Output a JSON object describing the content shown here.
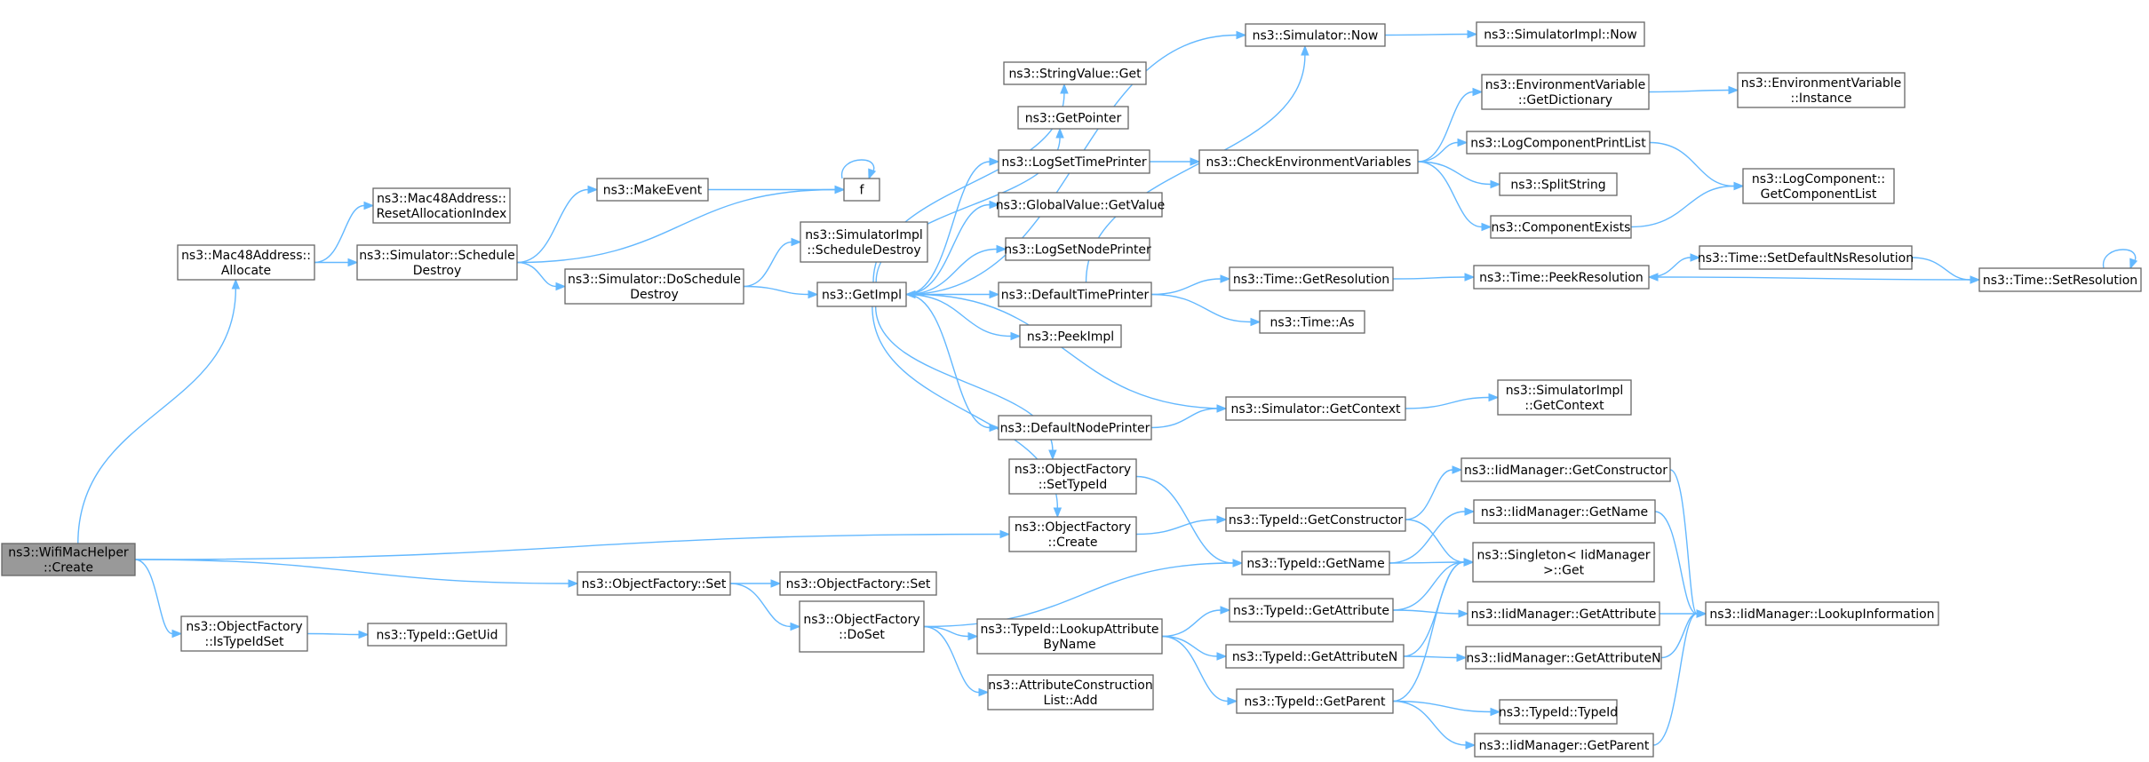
{
  "diagram": {
    "nodes": [
      {
        "id": "wifi",
        "lines": [
          "ns3::WifiMacHelper",
          "::Create"
        ],
        "root": true
      },
      {
        "id": "allocate",
        "lines": [
          "ns3::Mac48Address::",
          "Allocate"
        ]
      },
      {
        "id": "resetAlloc",
        "lines": [
          "ns3::Mac48Address::",
          "ResetAllocationIndex"
        ]
      },
      {
        "id": "schedDestroy",
        "lines": [
          "ns3::Simulator::Schedule",
          "Destroy"
        ]
      },
      {
        "id": "makeEvent",
        "lines": [
          "ns3::MakeEvent"
        ]
      },
      {
        "id": "f",
        "lines": [
          "f"
        ]
      },
      {
        "id": "doSchedDestroy",
        "lines": [
          "ns3::Simulator::DoSchedule",
          "Destroy"
        ]
      },
      {
        "id": "simImplSchedDestroy",
        "lines": [
          "ns3::SimulatorImpl",
          "::ScheduleDestroy"
        ]
      },
      {
        "id": "getImpl",
        "lines": [
          "ns3::GetImpl"
        ]
      },
      {
        "id": "stringValueGet",
        "lines": [
          "ns3::StringValue::Get"
        ]
      },
      {
        "id": "getPointer",
        "lines": [
          "ns3::GetPointer"
        ]
      },
      {
        "id": "logSetTimePrinter",
        "lines": [
          "ns3::LogSetTimePrinter"
        ]
      },
      {
        "id": "globalValueGetValue",
        "lines": [
          "ns3::GlobalValue::GetValue"
        ]
      },
      {
        "id": "logSetNodePrinter",
        "lines": [
          "ns3::LogSetNodePrinter"
        ]
      },
      {
        "id": "defaultTimePrinter",
        "lines": [
          "ns3::DefaultTimePrinter"
        ]
      },
      {
        "id": "peekImpl",
        "lines": [
          "ns3::PeekImpl"
        ]
      },
      {
        "id": "defaultNodePrinter",
        "lines": [
          "ns3::DefaultNodePrinter"
        ]
      },
      {
        "id": "ofSetTypeId",
        "lines": [
          "ns3::ObjectFactory",
          "::SetTypeId"
        ]
      },
      {
        "id": "ofCreate",
        "lines": [
          "ns3::ObjectFactory",
          "::Create"
        ]
      },
      {
        "id": "simNow",
        "lines": [
          "ns3::Simulator::Now"
        ]
      },
      {
        "id": "simImplNow",
        "lines": [
          "ns3::SimulatorImpl::Now"
        ]
      },
      {
        "id": "checkEnv",
        "lines": [
          "ns3::CheckEnvironmentVariables"
        ]
      },
      {
        "id": "envGetDict",
        "lines": [
          "ns3::EnvironmentVariable",
          "::GetDictionary"
        ]
      },
      {
        "id": "envInstance",
        "lines": [
          "ns3::EnvironmentVariable",
          "::Instance"
        ]
      },
      {
        "id": "logCompPrintList",
        "lines": [
          "ns3::LogComponentPrintList"
        ]
      },
      {
        "id": "splitString",
        "lines": [
          "ns3::SplitString"
        ]
      },
      {
        "id": "componentExists",
        "lines": [
          "ns3::ComponentExists"
        ]
      },
      {
        "id": "logCompGetList",
        "lines": [
          "ns3::LogComponent::",
          "GetComponentList"
        ]
      },
      {
        "id": "timeGetRes",
        "lines": [
          "ns3::Time::GetResolution"
        ]
      },
      {
        "id": "timePeekRes",
        "lines": [
          "ns3::Time::PeekResolution"
        ]
      },
      {
        "id": "timeSetDefNs",
        "lines": [
          "ns3::Time::SetDefaultNsResolution"
        ]
      },
      {
        "id": "timeSetRes",
        "lines": [
          "ns3::Time::SetResolution"
        ]
      },
      {
        "id": "timeAs",
        "lines": [
          "ns3::Time::As"
        ]
      },
      {
        "id": "simGetContext",
        "lines": [
          "ns3::Simulator::GetContext"
        ]
      },
      {
        "id": "simImplGetContext",
        "lines": [
          "ns3::SimulatorImpl",
          "::GetContext"
        ]
      },
      {
        "id": "tidGetConstructor",
        "lines": [
          "ns3::TypeId::GetConstructor"
        ]
      },
      {
        "id": "iidGetConstructor",
        "lines": [
          "ns3::IidManager::GetConstructor"
        ]
      },
      {
        "id": "iidGetName",
        "lines": [
          "ns3::IidManager::GetName"
        ]
      },
      {
        "id": "tidGetName",
        "lines": [
          "ns3::TypeId::GetName"
        ]
      },
      {
        "id": "singletonGet",
        "lines": [
          "ns3::Singleton< IidManager",
          "  >::Get"
        ]
      },
      {
        "id": "ofSet",
        "lines": [
          "ns3::ObjectFactory::Set"
        ]
      },
      {
        "id": "ofSet2",
        "lines": [
          "ns3::ObjectFactory::Set"
        ]
      },
      {
        "id": "ofDoSet",
        "lines": [
          "ns3::ObjectFactory",
          "::DoSet"
        ]
      },
      {
        "id": "tidLookupAttr",
        "lines": [
          "ns3::TypeId::LookupAttribute",
          "ByName"
        ]
      },
      {
        "id": "tidGetAttr",
        "lines": [
          "ns3::TypeId::GetAttribute"
        ]
      },
      {
        "id": "iidGetAttr",
        "lines": [
          "ns3::IidManager::GetAttribute"
        ]
      },
      {
        "id": "iidLookupInfo",
        "lines": [
          "ns3::IidManager::LookupInformation"
        ]
      },
      {
        "id": "tidGetAttrN",
        "lines": [
          "ns3::TypeId::GetAttributeN"
        ]
      },
      {
        "id": "iidGetAttrN",
        "lines": [
          "ns3::IidManager::GetAttributeN"
        ]
      },
      {
        "id": "attrConstrAdd",
        "lines": [
          "ns3::AttributeConstruction",
          "List::Add"
        ]
      },
      {
        "id": "tidGetParent",
        "lines": [
          "ns3::TypeId::GetParent"
        ]
      },
      {
        "id": "tidTypeId",
        "lines": [
          "ns3::TypeId::TypeId"
        ]
      },
      {
        "id": "iidGetParent",
        "lines": [
          "ns3::IidManager::GetParent"
        ]
      },
      {
        "id": "ofIsTypeIdSet",
        "lines": [
          "ns3::ObjectFactory",
          "::IsTypeIdSet"
        ]
      },
      {
        "id": "tidGetUid",
        "lines": [
          "ns3::TypeId::GetUid"
        ]
      }
    ]
  }
}
